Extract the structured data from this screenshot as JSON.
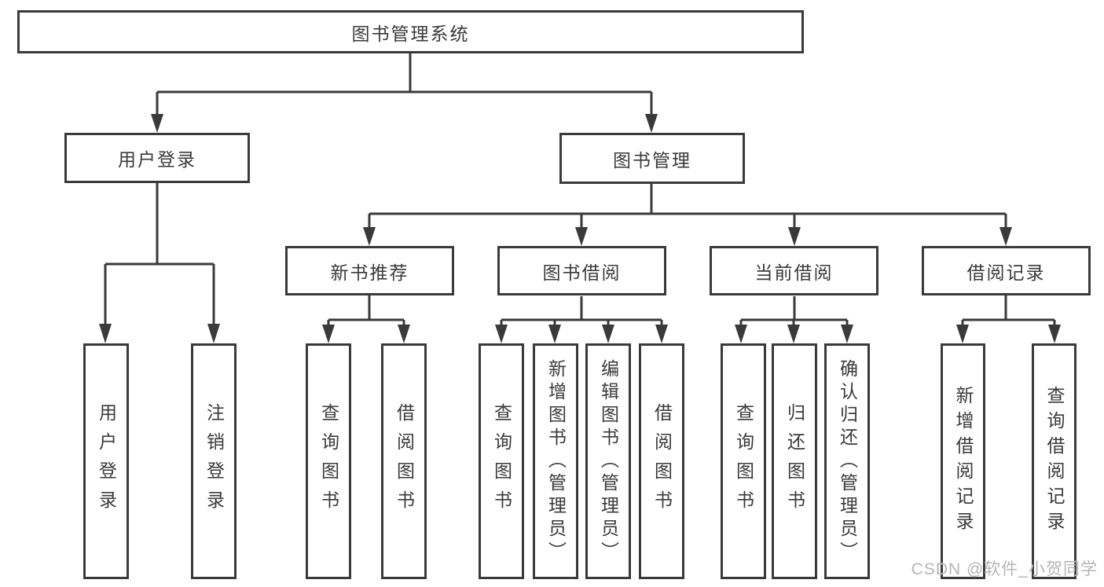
{
  "diagram": {
    "root": {
      "label": "图书管理系统"
    },
    "level2": [
      {
        "label": "用户登录"
      },
      {
        "label": "图书管理"
      }
    ],
    "level3": [
      {
        "label": "新书推荐",
        "parent": "图书管理"
      },
      {
        "label": "图书借阅",
        "parent": "图书管理"
      },
      {
        "label": "当前借阅",
        "parent": "图书管理"
      },
      {
        "label": "借阅记录",
        "parent": "图书管理"
      }
    ],
    "leaves": [
      {
        "label": "用户登录",
        "parent": "用户登录"
      },
      {
        "label": "注销登录",
        "parent": "用户登录"
      },
      {
        "label": "查询图书",
        "parent": "新书推荐"
      },
      {
        "label": "借阅图书",
        "parent": "新书推荐"
      },
      {
        "label": "查询图书",
        "parent": "图书借阅"
      },
      {
        "label": "新增图书（管理员）",
        "parent": "图书借阅"
      },
      {
        "label": "编辑图书（管理员）",
        "parent": "图书借阅"
      },
      {
        "label": "借阅图书",
        "parent": "图书借阅"
      },
      {
        "label": "查询图书",
        "parent": "当前借阅"
      },
      {
        "label": "归还图书",
        "parent": "当前借阅"
      },
      {
        "label": "确认归还（管理员）",
        "parent": "当前借阅"
      },
      {
        "label": "新增借阅记录",
        "parent": "借阅记录"
      },
      {
        "label": "查询借阅记录",
        "parent": "借阅记录"
      }
    ]
  },
  "watermark": {
    "text": "CSDN @软件_小贺同学"
  },
  "colors": {
    "line": "#3a3a3a",
    "text": "#3a3a3a",
    "box_background": "#ffffff",
    "page_background": "#ffffff",
    "watermark": "#b5b5b5"
  }
}
